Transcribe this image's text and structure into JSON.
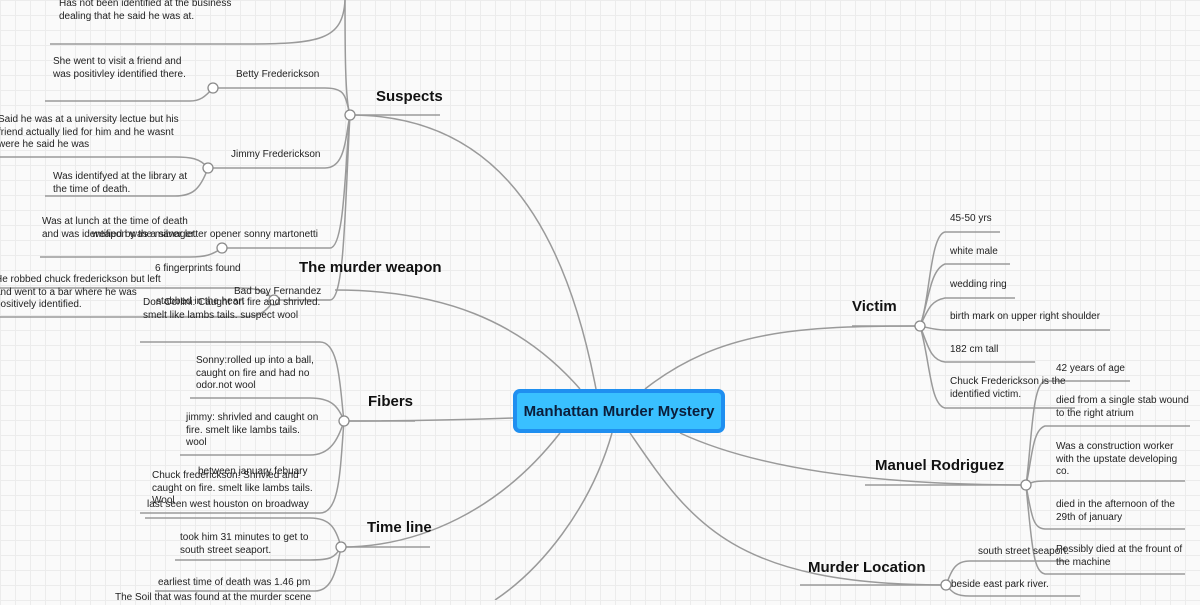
{
  "central": "Manhattan Murder Mystery",
  "branches": {
    "suspects": "Suspects",
    "weapon": "The murder weapon",
    "fibers": "Fibers",
    "timeline": "Time line",
    "victim": "Victim",
    "manuel": "Manuel Rodriguez",
    "location": "Murder Location"
  },
  "suspects": {
    "top_note": "Has not been identified at the business dealing that he said he was at.",
    "betty": "Betty Frederickson",
    "betty_note": "She went to visit a friend and was positivley identified there.",
    "jimmy": "Jimmy Frederickson",
    "jimmy_note1": "Said he was at a university lectue but his friend actually lied for him and he wasnt were he said he was",
    "jimmy_note2": "Was identifyed at the library at the time of death.",
    "sonny": "sonny martonetti",
    "sonny_note": "Was at lunch at the time of death and was identified by the manager.",
    "badboy": "Bad boy Fernandez",
    "badboy_note": "He robbed chuck frederickson but left and went to a bar where he was positively identified."
  },
  "weapon": {
    "w1": "weapon was a silver letter opener",
    "w2": "6 fingerprints found",
    "w3": "stabbed in the heart"
  },
  "fibers": {
    "f1": "Don Corlini: Caught on fire and shrivled. smelt like lambs tails. suspect wool",
    "f2": "Sonny:rolled up into a ball, caught on fire and had no odor.not wool",
    "f3": "jimmy: shrivled and caught on fire. smelt like lambs tails. wool",
    "f4": "Chuck frederickson: Shrivled and caught on fire. smelt like lambs tails. Wool"
  },
  "timeline": {
    "t1": "between january  febuary",
    "t2": "last seen west houston on broadway",
    "t3": "took him 31 minutes to get to south street seaport.",
    "t4": "earliest time of death was 1.46 pm",
    "t5": "The Soil that was found at the murder scene"
  },
  "victim": {
    "v1": "45-50 yrs",
    "v2": "white male",
    "v3": "wedding ring",
    "v4": "birth mark on upper right shoulder",
    "v5": "182 cm tall",
    "v6": "Chuck Frederickson is the identified victim."
  },
  "manuel": {
    "m1": "42 years of age",
    "m2": "died from a single stab wound to the right atrium",
    "m3": "Was a construction worker with the upstate developing co.",
    "m4": "died in the afternoon of the 29th of january",
    "m5": "Possibly died at the frount of the machine"
  },
  "location": {
    "l1": "south street seaport.",
    "l2": "beside east park river."
  }
}
